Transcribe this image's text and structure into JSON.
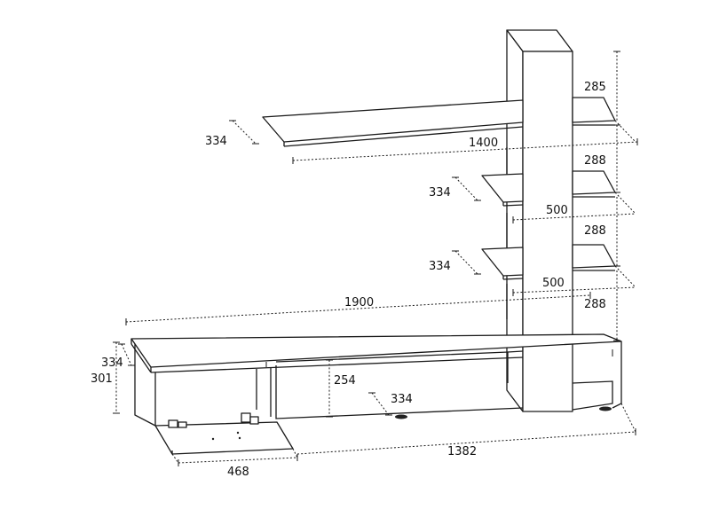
{
  "labels": {
    "top_shelf_depth": "334",
    "top_shelf_width": "1400",
    "column_h_top": "285",
    "column_h_second": "288",
    "column_h_third": "288",
    "column_h_fourth": "288",
    "mid_shelf_depth": "334",
    "mid_shelf_width": "500",
    "low_shelf_depth": "334",
    "low_shelf_width": "500",
    "base_total_width": "1900",
    "base_depth": "334",
    "base_height": "301",
    "niche_height": "254",
    "niche_depth": "334",
    "door_width": "468",
    "base_width_right": "1382"
  },
  "colors": {
    "line": "#1a1a1a",
    "panel": "#ffffff"
  }
}
